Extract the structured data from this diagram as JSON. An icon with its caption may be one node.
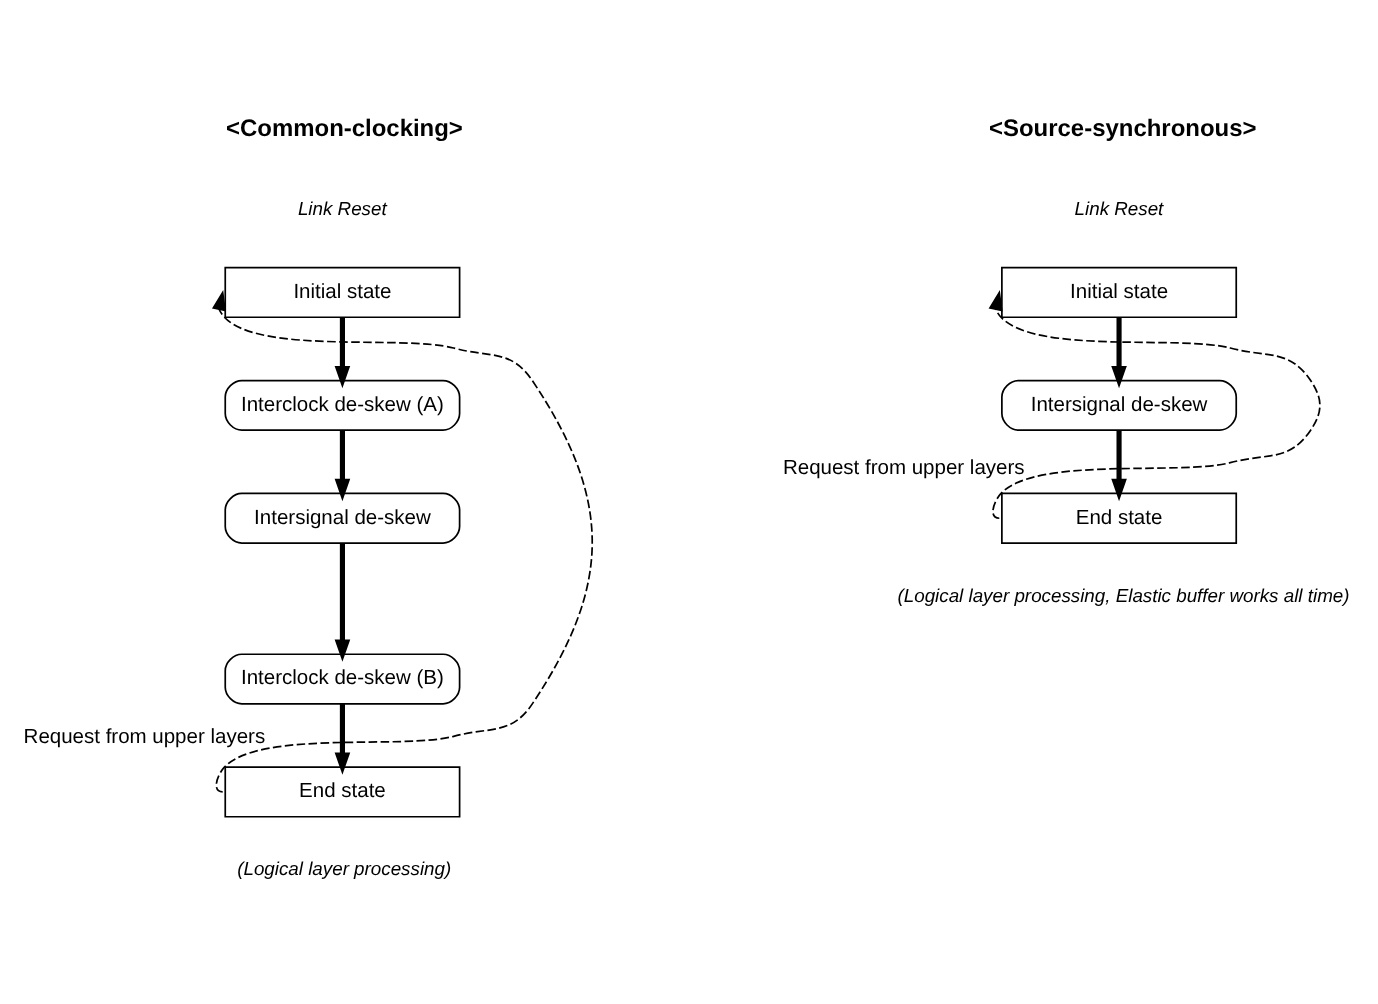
{
  "diagram": {
    "nodes": [
      {
        "text": [
          "Initial state"
        ]
      },
      {
        "text": [
          "Interclock de-skew (A)"
        ]
      },
      {
        "text": [
          "Intersignal de-skew"
        ]
      },
      {
        "text": [
          "Interclock de-skew (B)"
        ]
      },
      {
        "text": [
          "End state"
        ],
        "beside": [
          "(Logical layer processing)"
        ]
      },
      {
        "text": [
          "Initial state"
        ]
      },
      {
        "text": [
          "Intersignal de-skew"
        ]
      },
      {
        "text": [
          "End state"
        ],
        "beside": [
          "(Logical layer processing, Elastic buffer works all time)"
        ]
      }
    ],
    "edges": [
      {
        "from": 0,
        "to": 1,
        "arrow": "to"
      },
      {
        "from": 1,
        "to": 2,
        "arrow": "to"
      },
      {
        "from": 2,
        "to": 3,
        "arrow": "to"
      },
      {
        "from": 3,
        "to": 4,
        "arrow": "to"
      },
      {
        "from": 4,
        "to": 0,
        "arrow": "to",
        "style": "dashed",
        "label": "Request from upper layers"
      },
      {
        "from": 5,
        "to": 6,
        "arrow": "to"
      },
      {
        "from": 6,
        "to": 7,
        "arrow": "to"
      },
      {
        "from": 7,
        "to": 5,
        "arrow": "to",
        "style": "dashed",
        "label": "Request from upper layers"
      }
    ],
    "labels": [
      "<Common-clocking>",
      "<Source-synchronous>",
      "Link Reset",
      "Link Reset"
    ]
  }
}
